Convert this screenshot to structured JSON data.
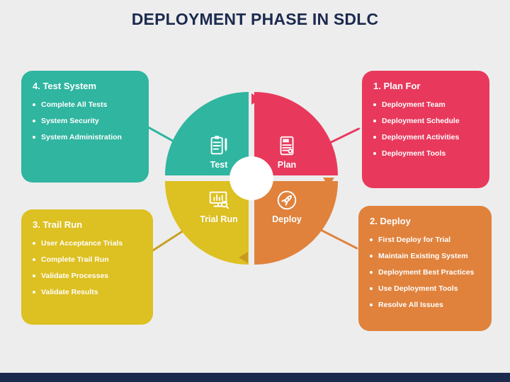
{
  "title": "DEPLOYMENT PHASE IN SDLC",
  "cards": [
    {
      "title": "1. Plan For",
      "items": [
        "Deployment Team",
        "Deployment Schedule",
        "Deployment Activities",
        "Deployment Tools"
      ]
    },
    {
      "title": "2. Deploy",
      "items": [
        "First Deploy for Trial",
        "Maintain Existing System",
        "Deployment Best Practices",
        "Use Deployment Tools",
        "Resolve All Issues"
      ]
    },
    {
      "title": "3. Trail Run",
      "items": [
        "User Acceptance Trials",
        "Complete Trail Run",
        "Validate Processes",
        "Validate Results"
      ]
    },
    {
      "title": "4. Test System",
      "items": [
        "Complete All Tests",
        "System Security",
        "System Administration"
      ]
    }
  ],
  "wheel": {
    "segments": [
      {
        "label": "Test",
        "icon": "clipboard-pencil-icon"
      },
      {
        "label": "Plan",
        "icon": "plan-document-icon"
      },
      {
        "label": "Deploy",
        "icon": "rocket-icon"
      },
      {
        "label": "Trial Run",
        "icon": "monitor-chart-magnifier-icon"
      }
    ],
    "direction": "clockwise"
  },
  "colors": {
    "teal": "#2FB5A0",
    "pink": "#E8395C",
    "yellow": "#DDC021",
    "orange": "#E0823C",
    "navy": "#1C2A4E",
    "background": "#EDEDEE"
  }
}
